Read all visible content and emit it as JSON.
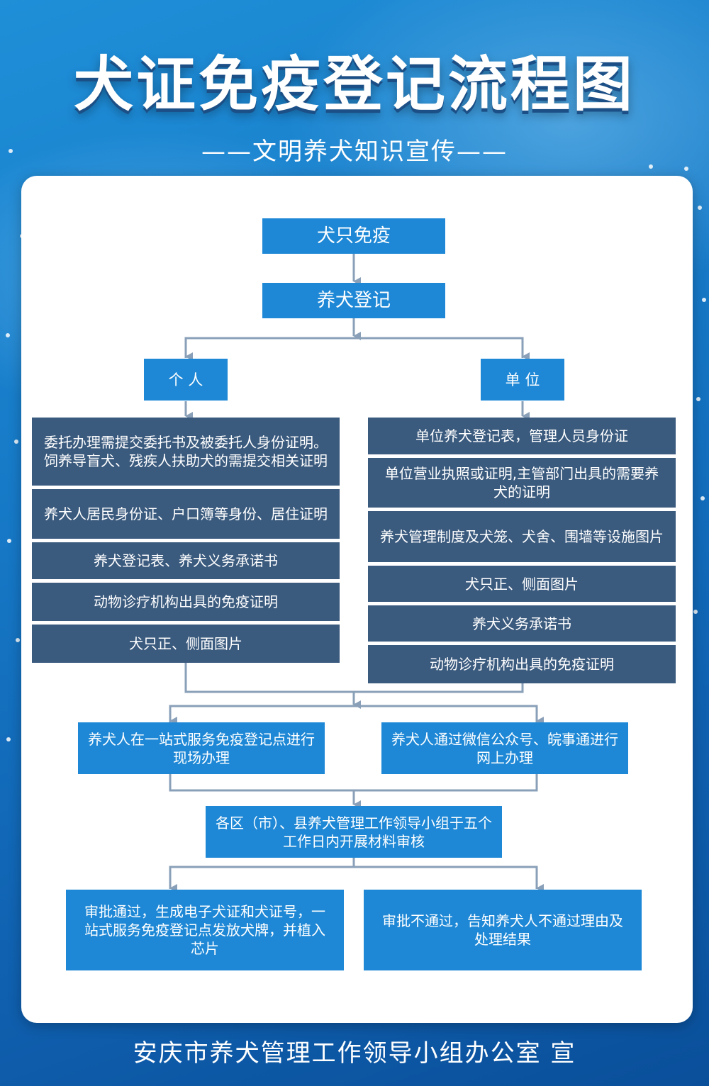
{
  "title": "犬证免疫登记流程图",
  "subtitle": "——文明养犬知识宣传——",
  "flow": {
    "step1": "犬只免疫",
    "step2": "养犬登记",
    "individual": {
      "label": "个 人",
      "docs": [
        "委托办理需提交委托书及被委托人身份证明。饲养导盲犬、残疾人扶助犬的需提交相关证明",
        "养犬人居民身份证、户口簿等身份、居住证明",
        "养犬登记表、养犬义务承诺书",
        "动物诊疗机构出具的免疫证明",
        "犬只正、侧面图片"
      ]
    },
    "unit": {
      "label": "单 位",
      "docs": [
        "单位养犬登记表，管理人员身份证",
        "单位营业执照或证明,主管部门出具的需要养犬的证明",
        "养犬管理制度及犬笼、犬舍、围墙等设施图片",
        "犬只正、侧面图片",
        "养犬义务承诺书",
        "动物诊疗机构出具的免疫证明"
      ]
    },
    "onsite": "养犬人在一站式服务免疫登记点进行现场办理",
    "online": "养犬人通过微信公众号、皖事通进行网上办理",
    "review": "各区（市）、县养犬管理工作领导小组于五个工作日内开展材料审核",
    "approved": "审批通过，生成电子犬证和犬证号，一站式服务免疫登记点发放犬牌，并植入芯片",
    "rejected": "审批不通过，告知养犬人不通过理由及处理结果"
  },
  "footer": "安庆市养犬管理工作领导小组办公室 宣",
  "colors": {
    "box_blue": "#1e88d6",
    "box_dark": "#3a5a7e",
    "connector": "#8aa0b8"
  }
}
